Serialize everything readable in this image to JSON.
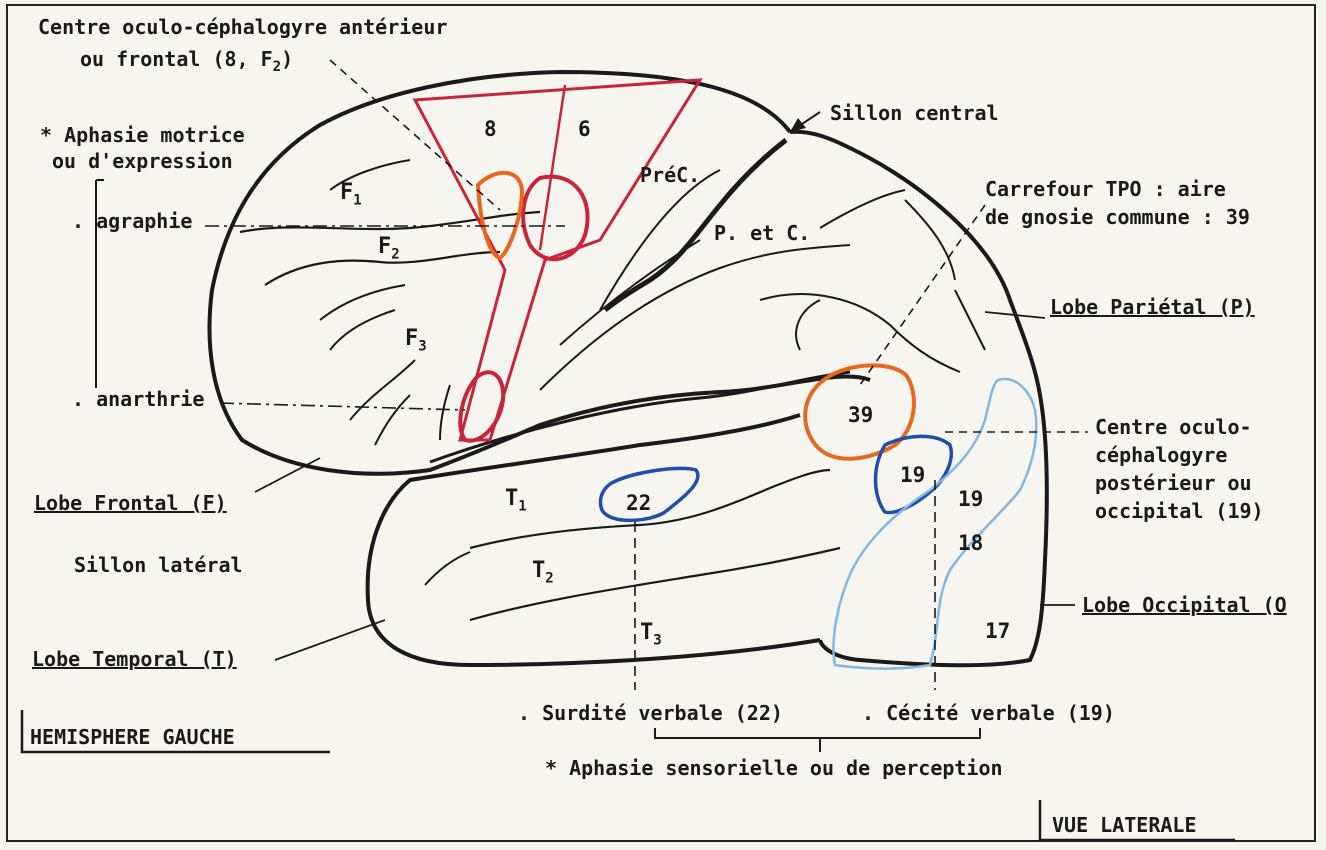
{
  "labels": {
    "centre_ant_line1": "Centre oculo-céphalogyre antérieur",
    "centre_ant_line2": "ou frontal (8, F2)",
    "aphasie_motrice_line1": "* Aphasie motrice",
    "aphasie_motrice_line2": "ou d'expression",
    "agraphie": ". agraphie",
    "anarthrie": ". anarthrie",
    "lobe_frontal": "Lobe Frontal (F)",
    "sillon_lateral": "Sillon latéral",
    "lobe_temporal": "Lobe Temporal (T)",
    "hemisphere": "HEMISPHERE  GAUCHE",
    "sillon_central": "Sillon central",
    "carrefour_line1": "Carrefour TPO : aire",
    "carrefour_line2": "de gnosie commune : 39",
    "lobe_parietal": "Lobe Pariétal (P)",
    "centre_post_line1": "Centre oculo-",
    "centre_post_line2": "céphalogyre",
    "centre_post_line3": "postérieur ou",
    "centre_post_line4": "occipital (19)",
    "lobe_occipital": "Lobe Occipital (O",
    "surdite": ". Surdité verbale (22)",
    "cecite": ". Cécité verbale (19)",
    "aphasie_sensorielle": "* Aphasie sensorielle ou de perception",
    "vue": "VUE  LATERALE"
  },
  "regions": {
    "f1": "F1",
    "f2": "F2",
    "f3": "F3",
    "prec": "PréC.",
    "p_et_c": "P. et C.",
    "t1": "T1",
    "t2": "T2",
    "t3": "T3"
  },
  "areas": {
    "a8": "8",
    "a6": "6",
    "a39": "39",
    "a22": "22",
    "a19_dark": "19",
    "a19_light": "19",
    "a18": "18",
    "a17": "17"
  },
  "colors": {
    "outline": "#1a1a1a",
    "motor_area": "#c8243a",
    "frontal_eye_field": "#e8661e",
    "area_39": "#e8661e",
    "area_22_and_19": "#1f4fa8",
    "visual_areas": "#7fb8e0"
  }
}
